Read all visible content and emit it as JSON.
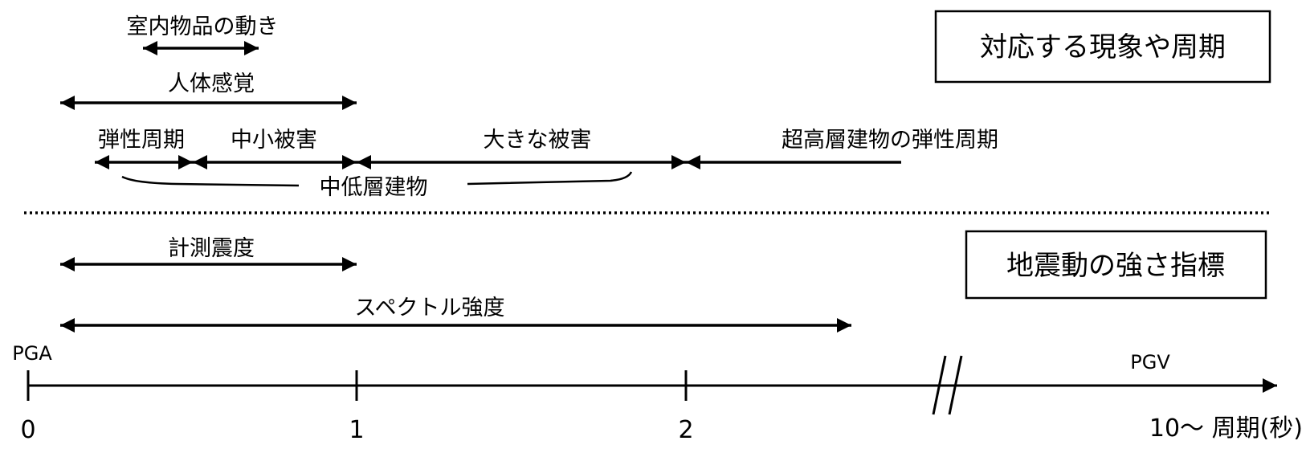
{
  "colors": {
    "ink": "#000000",
    "background": "#ffffff"
  },
  "headings": {
    "phenomena": "対応する現象や周期",
    "indices": "地震動の強さ指標"
  },
  "ranges": {
    "indoor_objects": "室内物品の動き",
    "human_sense": "人体感覚",
    "elastic_period": "弾性周期",
    "minor_damage": "中小被害",
    "major_damage": "大きな被害",
    "superhighrise_elastic": "超高層建物の弾性周期",
    "lowmid_rise": "中低層建物",
    "seismic_intensity": "計測震度",
    "spectrum_intensity": "スペクトル強度"
  },
  "axis": {
    "left_label": "PGA",
    "right_label": "PGV",
    "ticks": [
      "0",
      "1",
      "2"
    ],
    "end_label": "10～ 周期(秒)"
  }
}
